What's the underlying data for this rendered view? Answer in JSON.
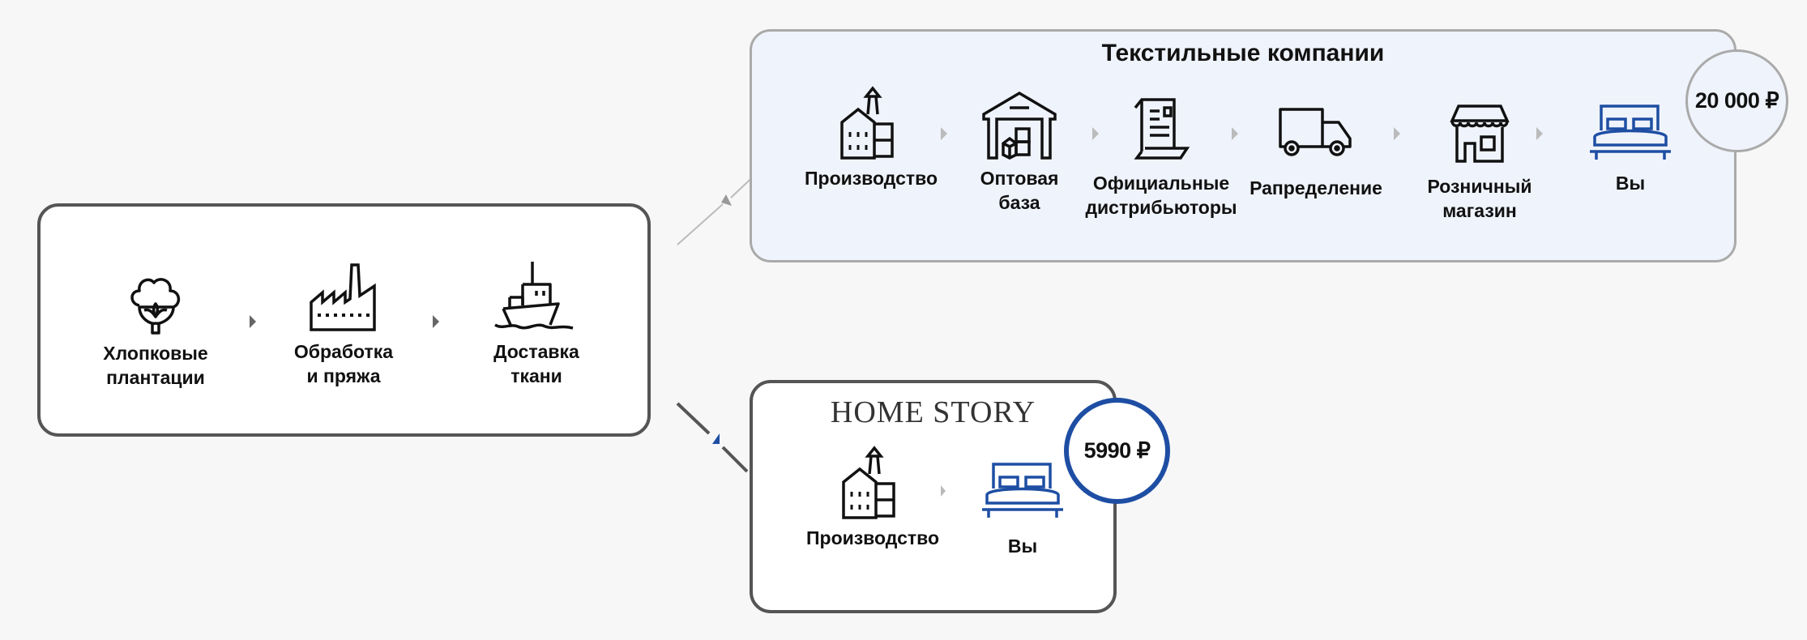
{
  "supply_chain": {
    "steps": [
      {
        "icon": "cotton-icon",
        "label_line1": "Хлопковые",
        "label_line2": "плантации"
      },
      {
        "icon": "factory-icon",
        "label_line1": "Обработка",
        "label_line2": "и пряжа"
      },
      {
        "icon": "ship-icon",
        "label_line1": "Доставка",
        "label_line2": "ткани"
      }
    ]
  },
  "textile_companies": {
    "title": "Текстильные компании",
    "steps": [
      {
        "icon": "production-building-icon",
        "label_line1": "Производство",
        "label_line2": ""
      },
      {
        "icon": "warehouse-icon",
        "label_line1": "Оптовая",
        "label_line2": "база"
      },
      {
        "icon": "document-icon",
        "label_line1": "Официальные",
        "label_line2": "дистрибьюторы"
      },
      {
        "icon": "truck-icon",
        "label_line1": "Рапределение",
        "label_line2": ""
      },
      {
        "icon": "shop-icon",
        "label_line1": "Розничный",
        "label_line2": "магазин"
      },
      {
        "icon": "bed-icon",
        "label_line1": "Вы",
        "label_line2": ""
      }
    ],
    "price": "20 000 ₽"
  },
  "home_story": {
    "title": "HOME STORY",
    "steps": [
      {
        "icon": "production-building-icon",
        "label_line1": "Производство",
        "label_line2": ""
      },
      {
        "icon": "bed-icon",
        "label_line1": "Вы",
        "label_line2": ""
      }
    ],
    "price": "5990 ₽"
  },
  "colors": {
    "accent_blue": "#1e4ea3",
    "textile_bg": "#eff3fb",
    "border_dark": "#555555",
    "border_light": "#aaaaaa"
  }
}
